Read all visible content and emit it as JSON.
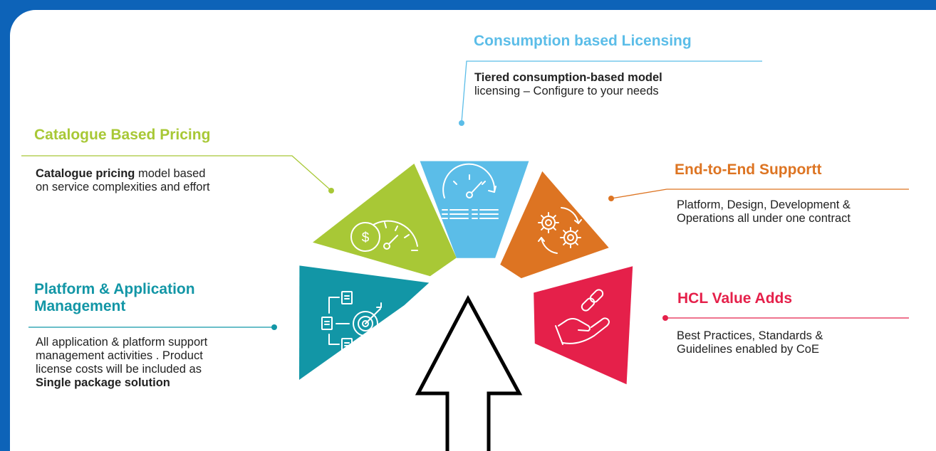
{
  "colors": {
    "frame": "#0d63b8",
    "consumption": "#5bbde8",
    "catalogue": "#a8c836",
    "support": "#dd7422",
    "value": "#e5204a",
    "platform": "#1296a6"
  },
  "sections": {
    "consumption": {
      "title": "Consumption based Licensing",
      "desc_bold": "Tiered consumption-based model",
      "desc_text": " licensing – Configure to your needs",
      "icon": "speedometer-icon"
    },
    "catalogue": {
      "title": "Catalogue Based Pricing",
      "desc_bold": "Catalogue pricing",
      "desc_text": " model based on service complexities and effort",
      "icon": "dollar-gauge-icon"
    },
    "support": {
      "title": "End-to-End Supportt",
      "desc_text": "Platform, Design, Development & Operations all under one contract",
      "icon": "gears-icon"
    },
    "value": {
      "title": "HCL Value Adds",
      "desc_text": "Best Practices, Standards & Guidelines enabled by CoE",
      "icon": "hand-link-icon"
    },
    "platform": {
      "title": "Platform & Application Management",
      "desc_text": "All application & platform support management activities . Product license costs will be included  as ",
      "desc_bold": "Single package solution",
      "icon": "target-docs-icon"
    }
  },
  "arrow": {
    "icon": "up-arrow-icon"
  }
}
